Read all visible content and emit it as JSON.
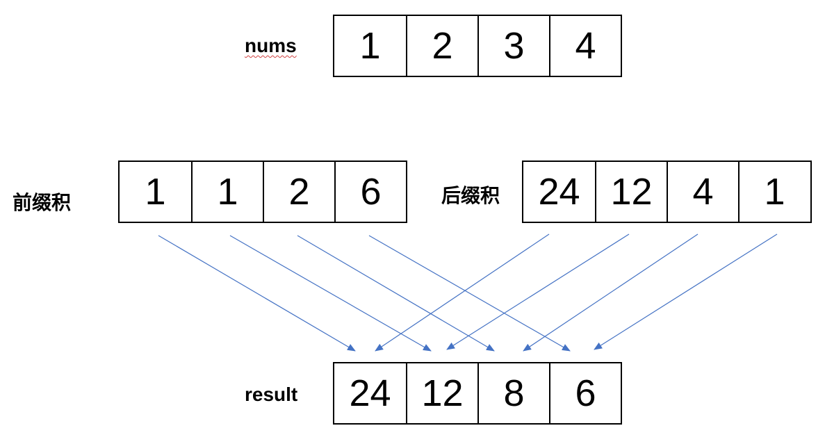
{
  "nums": {
    "label": "nums",
    "values": [
      "1",
      "2",
      "3",
      "4"
    ]
  },
  "prefix": {
    "label": "前缀积",
    "values": [
      "1",
      "1",
      "2",
      "6"
    ]
  },
  "suffix": {
    "label": "后缀积",
    "values": [
      "24",
      "12",
      "4",
      "1"
    ]
  },
  "result": {
    "label": "result",
    "values": [
      "24",
      "12",
      "8",
      "6"
    ]
  },
  "colors": {
    "arrow": "#4472c4",
    "border": "#000000",
    "spellcheck": "#d04040"
  }
}
